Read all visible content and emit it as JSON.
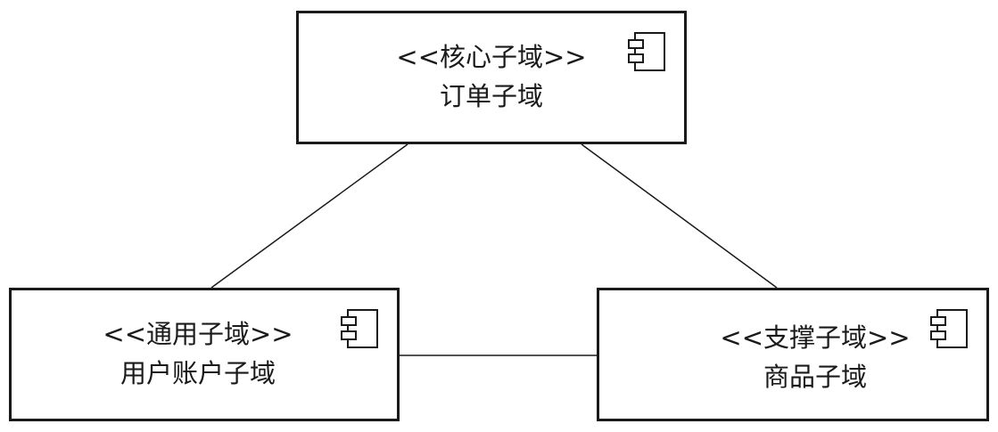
{
  "diagram": {
    "components": [
      {
        "stereotype": "<<核心子域>>",
        "name": "订单子域",
        "icon": "uml-component-icon"
      },
      {
        "stereotype": "<<通用子域>>",
        "name": "用户账户子域",
        "icon": "uml-component-icon"
      },
      {
        "stereotype": "<<支撑子域>>",
        "name": "商品子域",
        "icon": "uml-component-icon"
      }
    ],
    "connections": [
      {
        "from": "订单子域",
        "to": "用户账户子域"
      },
      {
        "from": "订单子域",
        "to": "商品子域"
      },
      {
        "from": "用户账户子域",
        "to": "商品子域"
      }
    ],
    "colors": {
      "stroke": "#1a1a1a",
      "background": "#ffffff"
    }
  }
}
